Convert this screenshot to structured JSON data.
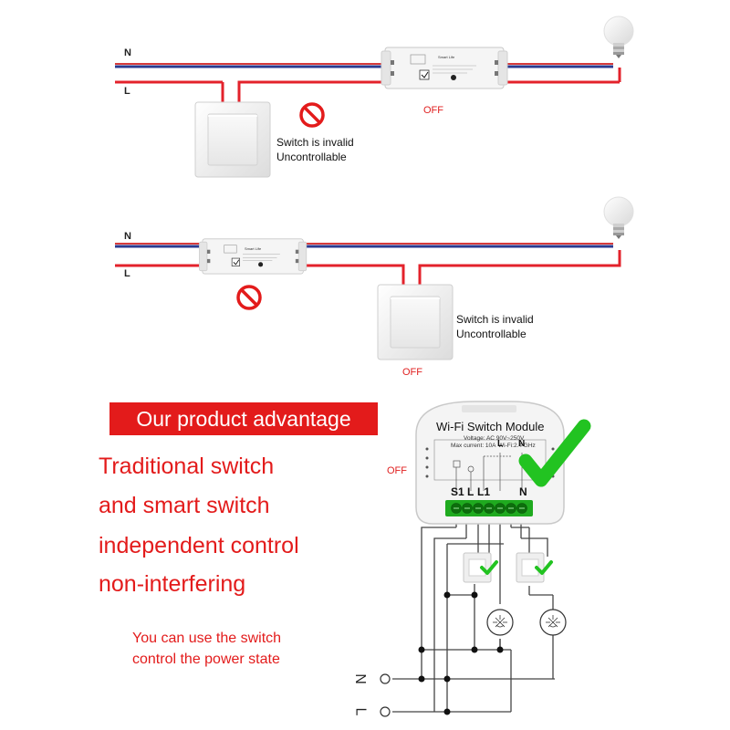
{
  "scenario1": {
    "wire_n": "N",
    "wire_l": "L",
    "relay_brand": "Smart Life",
    "status": "OFF",
    "invalid_text": "Switch is invalid\nUncontrollable"
  },
  "scenario2": {
    "wire_n": "N",
    "wire_l": "L",
    "relay_brand": "Smart Life",
    "status": "OFF",
    "invalid_text": "Switch is invalid\nUncontrollable"
  },
  "advantage": {
    "banner": "Our product advantage",
    "lines": [
      "Traditional switch",
      "and smart switch",
      "independent control",
      "non-interfering"
    ],
    "note_line1": "You can use the switch",
    "note_line2": "control the power state",
    "status": "OFF"
  },
  "module": {
    "title": "Wi-Fi Switch Module",
    "voltage": "Voltage: AC 90V~250V",
    "current": "Max current: 10A",
    "wifi": "Wi-Fi:2.4 GHz",
    "top_l": "L",
    "top_n": "N",
    "terminals": [
      "S1",
      "L",
      "L1",
      "N"
    ],
    "supply_n": "N",
    "supply_l": "L"
  },
  "colors": {
    "neutral_wire": "#2b3a8f",
    "live_wire": "#e3222b",
    "accent_red": "#e31b1b",
    "check_green": "#22c321",
    "terminal_green": "#1faa1f"
  }
}
